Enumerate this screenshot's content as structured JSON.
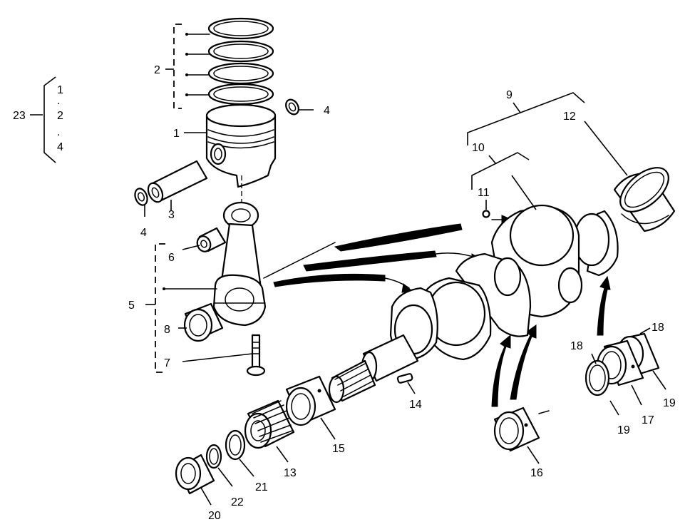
{
  "callouts": {
    "c1": "1",
    "c2": "2",
    "c3": "3",
    "c4a": "4",
    "c4b": "4",
    "c5": "5",
    "c6": "6",
    "c7": "7",
    "c8": "8",
    "c9": "9",
    "c10": "10",
    "c11": "11",
    "c12": "12",
    "c13": "13",
    "c14": "14",
    "c15": "15",
    "c16": "16",
    "c17": "17",
    "c18a": "18",
    "c18b": "18",
    "c19a": "19",
    "c19b": "19",
    "c20": "20",
    "c21": "21",
    "c22": "22",
    "c23": "23"
  },
  "kit_23": {
    "items": [
      "1",
      ".",
      "2",
      ".",
      "4"
    ]
  }
}
